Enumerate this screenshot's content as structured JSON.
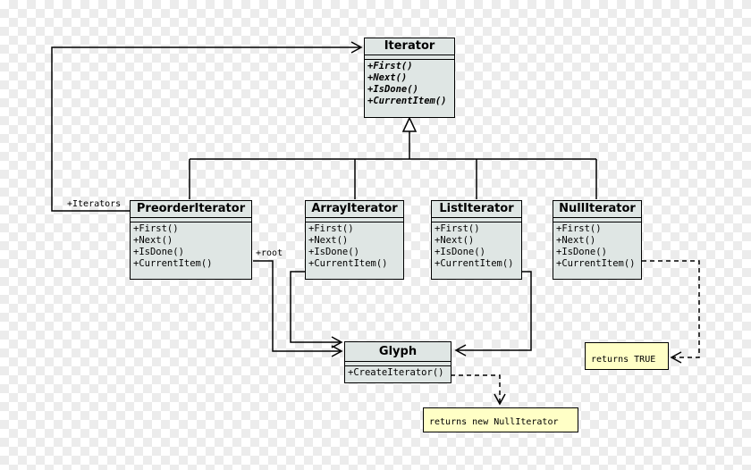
{
  "iterator": {
    "name": "Iterator",
    "operations": [
      "+First()",
      "+Next()",
      "+IsDone()",
      "+CurrentItem()"
    ]
  },
  "subclasses": [
    {
      "name": "PreorderIterator",
      "operations": [
        "+First()",
        "+Next()",
        "+IsDone()",
        "+CurrentItem()"
      ]
    },
    {
      "name": "ArrayIterator",
      "operations": [
        "+First()",
        "+Next()",
        "+IsDone()",
        "+CurrentItem()"
      ]
    },
    {
      "name": "ListIterator",
      "operations": [
        "+First()",
        "+Next()",
        "+IsDone()",
        "+CurrentItem()"
      ]
    },
    {
      "name": "NullIterator",
      "operations": [
        "+First()",
        "+Next()",
        "+IsDone()",
        "+CurrentItem()"
      ]
    }
  ],
  "glyph": {
    "name": "Glyph",
    "operations": [
      "+CreateIterator()"
    ]
  },
  "roles": {
    "iterators": "+Iterators",
    "root": "+root"
  },
  "notes": {
    "null_iterator": "returns TRUE",
    "glyph": "returns new NullIterator"
  },
  "colors": {
    "class_fill": "#dfe6e4",
    "note_fill": "#ffffc6"
  }
}
